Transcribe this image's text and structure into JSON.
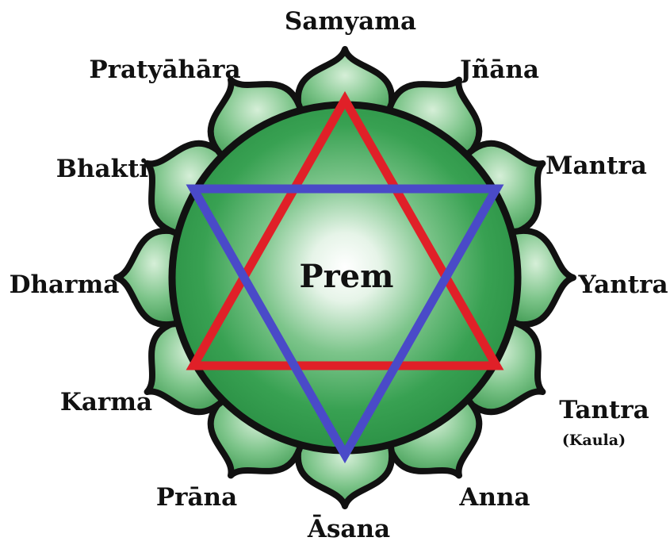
{
  "center": {
    "label": "Prem"
  },
  "petals": [
    {
      "label": "Samyama"
    },
    {
      "label": "Jñāna"
    },
    {
      "label": "Mantra"
    },
    {
      "label": "Yantra"
    },
    {
      "label": "Tantra",
      "sublabel": "(Kaula)"
    },
    {
      "label": "Anna"
    },
    {
      "label": "Āsana"
    },
    {
      "label": "Prāna"
    },
    {
      "label": "Karma"
    },
    {
      "label": "Dharma"
    },
    {
      "label": "Bhakti"
    },
    {
      "label": "Pratyāhāra"
    }
  ],
  "colors": {
    "petal_fill": "#5fb56e",
    "petal_highlight": "#d6efd8",
    "outline": "#111111",
    "disc": "#2e9a4a",
    "disc_glow": "#ffffff",
    "upward_triangle": "#e02028",
    "downward_triangle": "#4a4ac8"
  }
}
